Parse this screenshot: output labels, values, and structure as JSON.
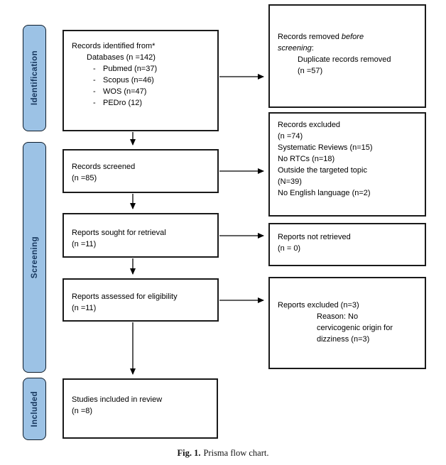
{
  "colors": {
    "stage_fill": "#9CC2E5",
    "stage_text": "#17375E",
    "box_border": "#1a1a1a",
    "arrow": "#000000"
  },
  "stages": [
    {
      "label": "Identification"
    },
    {
      "label": "Screening"
    },
    {
      "label": "Included"
    }
  ],
  "boxes": {
    "identified": {
      "title": "Records identified from*",
      "subtitle": "Databases (n =142)",
      "bullet": "-",
      "items": [
        "Pubmed (n=37)",
        "Scopus (n=46)",
        "WOS (n=47)",
        "PEDro (12)"
      ]
    },
    "removed": {
      "l1_normal": "Records removed ",
      "l1_italic": "before",
      "l2_italic": "screening",
      "l2_colon": ":",
      "l3": "Duplicate records removed",
      "l4": "(n =57)"
    },
    "screened": {
      "l1": "Records screened",
      "l2": "(n =85)"
    },
    "excluded_screening": {
      "lines": [
        "Records excluded",
        "(n =74)",
        "Systematic Reviews (n=15)",
        "No RTCs (n=18)",
        "Outside the targeted topic",
        "(N=39)",
        "No English language (n=2)"
      ]
    },
    "sought": {
      "l1": "Reports sought for retrieval",
      "l2": "(n =11)"
    },
    "not_retrieved": {
      "l1": "Reports not retrieved",
      "l2": "(n = 0)"
    },
    "assessed": {
      "l1": "Reports assessed for eligibility",
      "l2": "(n =11)"
    },
    "excluded_eligibility": {
      "l1": "Reports excluded (n=3)",
      "l2": "Reason: No",
      "l3": "cervicogenic origin for",
      "l4": "dizziness (n=3)"
    },
    "included_review": {
      "l1": "Studies included in review",
      "l2": "(n =8)"
    }
  },
  "caption": {
    "label": "Fig. 1.",
    "text": "Prisma flow chart."
  }
}
